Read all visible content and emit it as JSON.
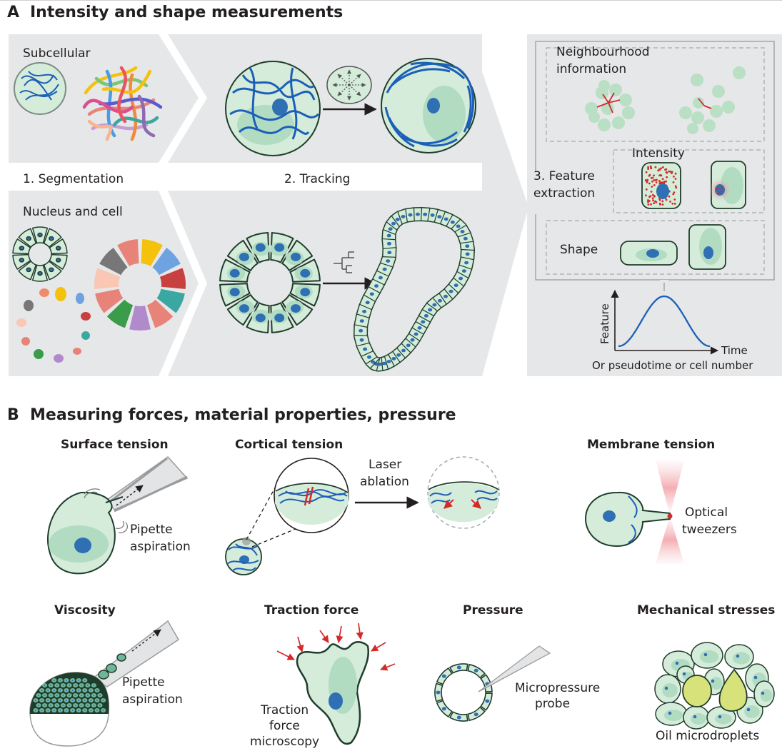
{
  "panel_a": {
    "letter": "A",
    "title": "Intensity and shape measurements",
    "subcellular": "Subcellular",
    "step1": "1. Segmentation",
    "step2": "2. Tracking",
    "nucleus_cell": "Nucleus and cell",
    "step3_line1": "3. Feature",
    "step3_line2": "extraction",
    "neigh_line1": "Neighbourhood",
    "neigh_line2": "information",
    "intensity": "Intensity",
    "shape": "Shape",
    "y_axis": "Feature",
    "x_axis": "Time",
    "x_note": "Or pseudotime or cell number"
  },
  "panel_b": {
    "letter": "B",
    "title": "Measuring forces, material properties, pressure",
    "surface_tension": "Surface tension",
    "pipette_1": "Pipette",
    "aspiration_1": "aspiration",
    "cortical_tension": "Cortical tension",
    "laser": "Laser",
    "ablation": "ablation",
    "membrane_tension": "Membrane tension",
    "optical": "Optical",
    "tweezers": "tweezers",
    "viscosity": "Viscosity",
    "pipette_2": "Pipette",
    "aspiration_2": "aspiration",
    "traction_force": "Traction force",
    "tfm_1": "Traction",
    "tfm_2": "force",
    "tfm_3": "microscopy",
    "pressure": "Pressure",
    "probe_1": "Micropressure",
    "probe_2": "probe",
    "mechanical_stresses": "Mechanical stresses",
    "oil": "Oil microdroplets"
  },
  "colors": {
    "panel_bg": "#e6e7e8",
    "cell_fill": "#d4ecd9",
    "cell_inner": "#b2dcc2",
    "outline": "#1f3d2b",
    "nucleus": "#2f6fb3",
    "filament": "#1c5fb8",
    "red": "#d32a2a",
    "droplet": "#d8e27a"
  },
  "icons": {
    "arrow": "right-arrow-icon",
    "lineage": "lineage-tree-icon",
    "directions": "radial-arrows-icon"
  }
}
